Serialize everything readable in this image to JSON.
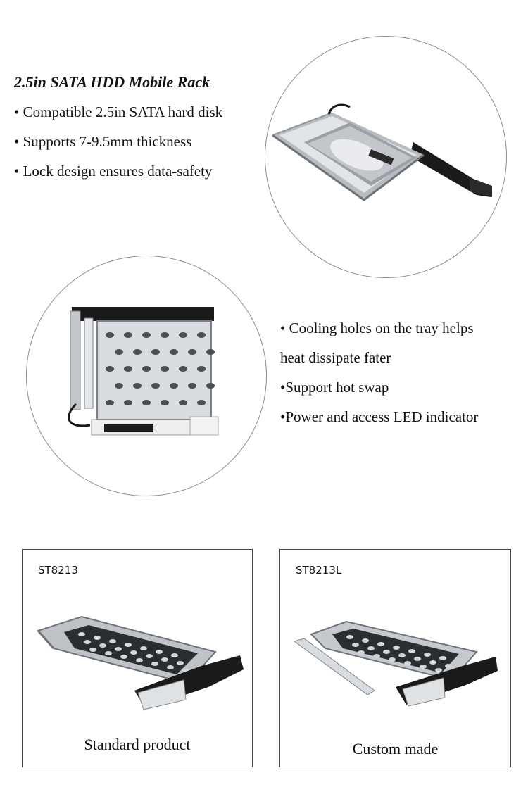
{
  "section1": {
    "heading": "2.5in SATA HDD Mobile Rack",
    "features": [
      "• Compatible 2.5in SATA hard disk",
      "• Supports 7-9.5mm thickness",
      "•  Lock design ensures data-safety"
    ],
    "image_icon": "hdd-tray-with-disk-photo"
  },
  "section2": {
    "features": [
      "• Cooling holes on the tray helps",
      "heat dissipate fater",
      "•Support hot swap",
      "•Power and access LED indicator"
    ],
    "image_icon": "perforated-tray-photo"
  },
  "products": [
    {
      "model": "ST8213",
      "caption": "Standard product",
      "image_icon": "tray-standard-photo"
    },
    {
      "model": "ST8213L",
      "caption": "Custom made",
      "image_icon": "tray-custom-photo"
    }
  ],
  "colors": {
    "metal": "#c9cdd2",
    "metal_dark": "#8d9399",
    "black": "#1a1a1a",
    "circle_border": "#8c8c8c"
  }
}
